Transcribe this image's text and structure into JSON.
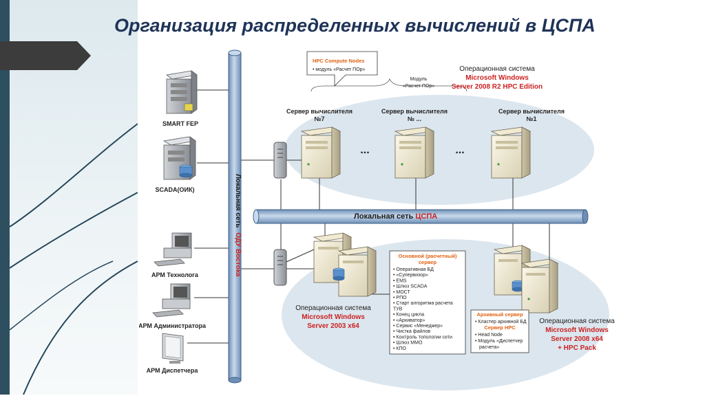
{
  "slide": {
    "title": "Организация распределенных вычислений в ЦСПА"
  },
  "colors": {
    "title": "#1f3358",
    "bus": "#9bb6d4",
    "bus_stroke": "#3d5f86",
    "ellipse": "#dde7ef",
    "red_text": "#cc2222",
    "orange_text": "#e06010",
    "dark_band": "#2e4f60"
  },
  "left_devices": [
    {
      "label": "SMART FEP",
      "icon": "server-tower-icon"
    },
    {
      "label": "SCADA(ОИК)",
      "icon": "server-db-icon"
    },
    {
      "label": "АРМ Технолога",
      "icon": "workstation-icon"
    },
    {
      "label": "АРМ Администратора",
      "icon": "workstation-icon"
    },
    {
      "label": "АРМ Диспетчера",
      "icon": "monitor-icon"
    }
  ],
  "vertical_bus": {
    "label_line1": "Локальная сеть",
    "label_line2": "ОДУ Востока"
  },
  "horizontal_bus": {
    "label": "Локальная сеть",
    "label_accent": "ЦСПА"
  },
  "hpc_callout": {
    "title": "HPC Compute Nodes",
    "item": "модуль «Расчет ПОр»"
  },
  "module_label": {
    "line1": "Модуль",
    "line2": "«Расчет ПОр»"
  },
  "top_os": {
    "line1": "Операционная система",
    "line2": "Microsoft Windows",
    "line3": "Server 2008 R2 HPC Edition"
  },
  "compute_servers": [
    {
      "line1": "Сервер вычислителя",
      "line2": "№7"
    },
    {
      "line1": "Сервер вычислителя",
      "line2": "№ ..."
    },
    {
      "line1": "Сервер вычислителя",
      "line2": "№1"
    }
  ],
  "dots": "...",
  "main_server_box": {
    "title_line1": "Основной (расчетный)",
    "title_line2": "сервер",
    "items": [
      "Оперативная БД",
      "«Супервизор»",
      "EMS",
      "Шлюз SCADA",
      "МОСТ",
      "РПО",
      "Старт алгоритма расчета",
      "ТУВ",
      "Конец цикла",
      "«Архиватор»",
      "Сервис «Менеджер»",
      "Чистка файлов",
      "Контроль топологии сети",
      "Шлюз ММО",
      "КПО"
    ]
  },
  "bottom_left_os": {
    "line1": "Операционная система",
    "line2": "Microsoft Windows",
    "line3": "Server 2003 x64"
  },
  "archive_box": {
    "title": "Архивный сервер",
    "item1": "Кластер архивной БД",
    "hpc_title": "Сервер HPC",
    "item2": "Head Node",
    "item3_line1": "Модуль «Диспетчер",
    "item3_line2": "расчета»"
  },
  "bottom_right_os": {
    "line1": "Операционная система",
    "line2": "Microsoft Windows",
    "line3": "Server 2008 x64",
    "line4": "+ HPC Pack"
  }
}
